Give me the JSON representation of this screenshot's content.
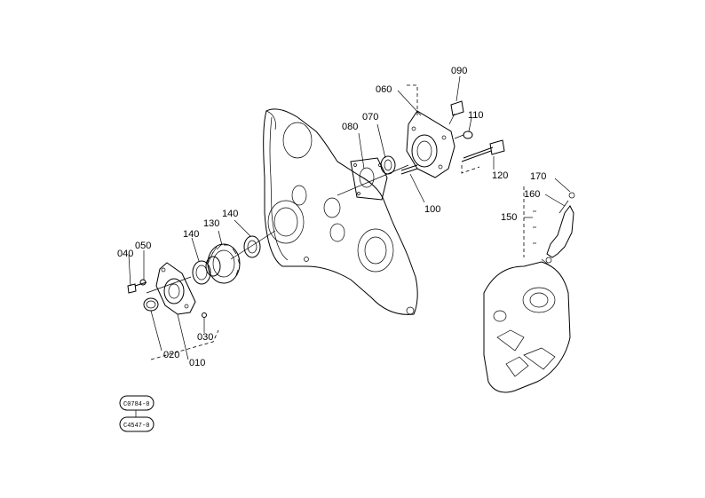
{
  "callouts": {
    "c010": "010",
    "c020": "020",
    "c030": "030",
    "c040": "040",
    "c050": "050",
    "c060": "060",
    "c070": "070",
    "c080": "080",
    "c090": "090",
    "c100": "100",
    "c110": "110",
    "c120": "120",
    "c130": "130",
    "c140a": "140",
    "c140b": "140",
    "c150": "150",
    "c160": "160",
    "c170": "170"
  },
  "reference_tags": {
    "tag1": "C0784-0",
    "tag2": "C4547-0"
  }
}
